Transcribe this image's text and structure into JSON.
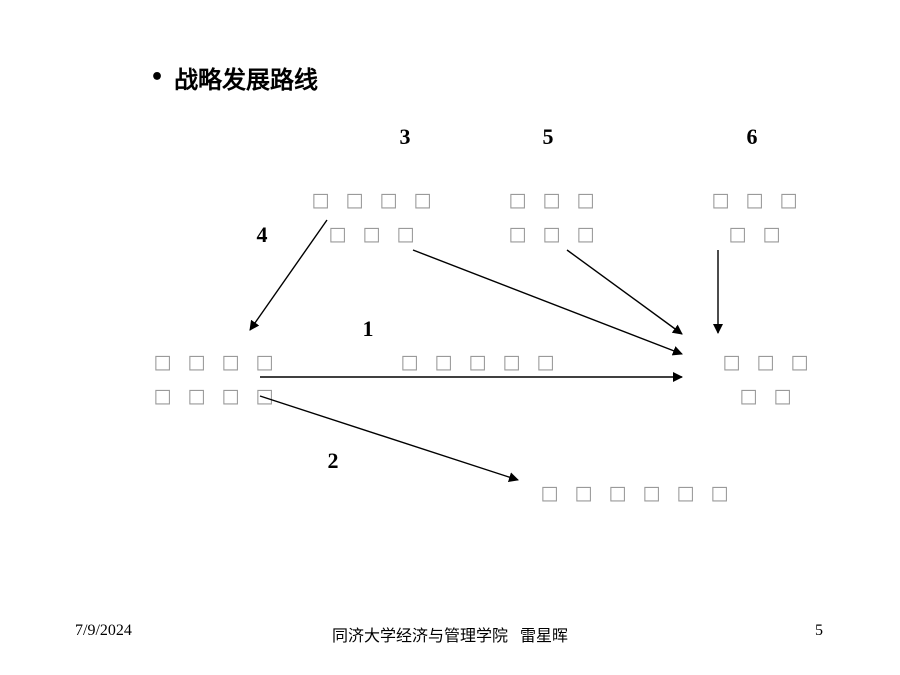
{
  "heading": {
    "bullet": "•",
    "text": "战略发展路线"
  },
  "numbers": {
    "n1": "1",
    "n2": "2",
    "n3": "3",
    "n4": "4",
    "n5": "5",
    "n6": "6"
  },
  "nodes": {
    "top_left": [
      "□ □ □ □",
      "□ □ □"
    ],
    "top_middle": [
      "□ □ □",
      "□ □ □"
    ],
    "top_right": [
      "□ □ □",
      "□ □"
    ],
    "origin": [
      "□ □ □ □",
      "□ □ □ □"
    ],
    "path_label": "□ □ □ □ □",
    "target": [
      "□ □ □",
      "□ □"
    ],
    "lower_target": "□ □ □ □ □ □"
  },
  "footer": {
    "date": "7/9/2024",
    "institution": "同济大学经济与管理学院   雷星晖",
    "page": "5"
  }
}
